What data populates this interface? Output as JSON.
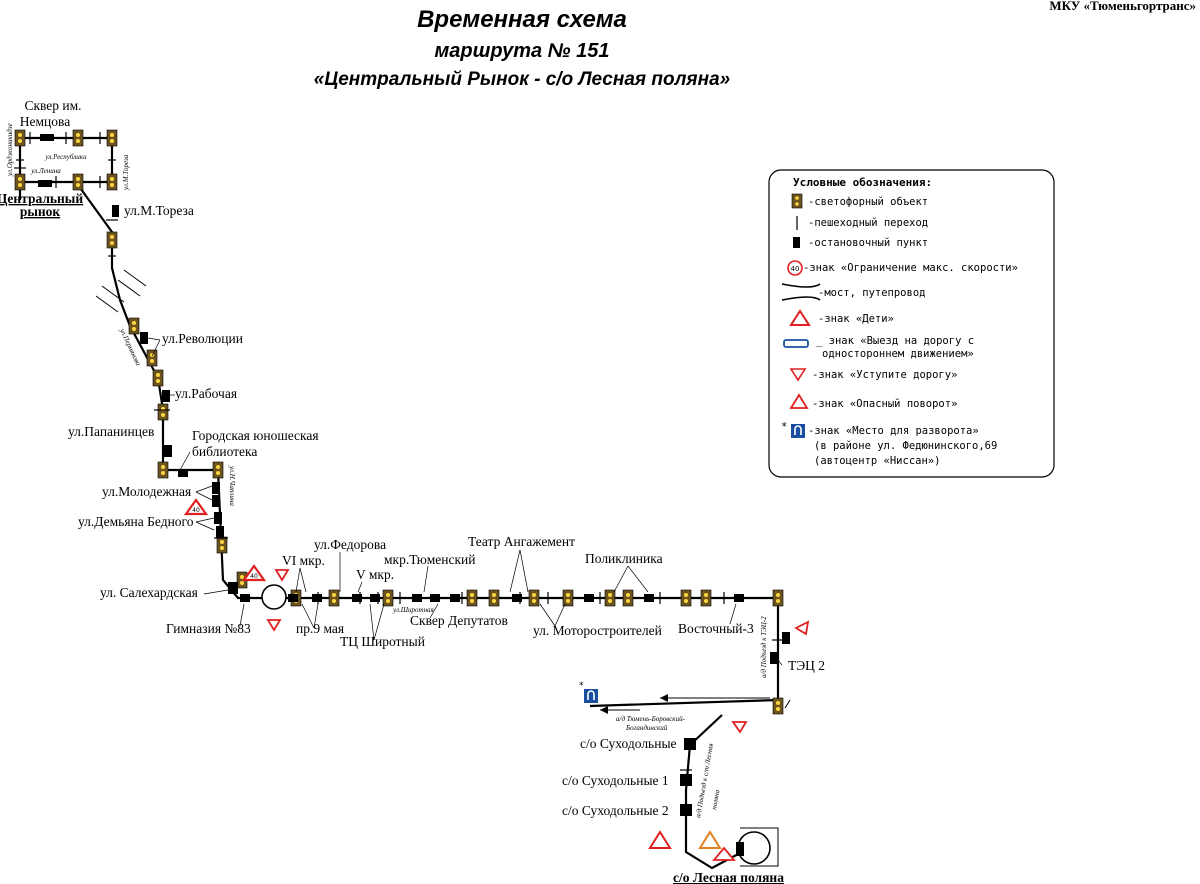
{
  "header": {
    "title": "Временная схема",
    "route": "маршрута № 151",
    "name": "«Центральный Рынок - с/о Лесная поляна»",
    "organization": "МКУ «Тюменьгортранс»"
  },
  "legend": {
    "title": "Условные обозначения:",
    "items": [
      {
        "icon": "traffic-light-icon",
        "text": "-светофорный объект"
      },
      {
        "icon": "pedestrian-crossing-icon",
        "text": "-пешеходный переход"
      },
      {
        "icon": "bus-stop-icon",
        "text": "-остановочный пункт"
      },
      {
        "icon": "speed-limit-sign-icon",
        "text": "-знак «Ограничение макс. скорости»",
        "sign_text": "40"
      },
      {
        "icon": "bridge-icon",
        "text": "-мост, путепровод"
      },
      {
        "icon": "children-sign-icon",
        "text": "-знак «Дети»"
      },
      {
        "icon": "one-way-exit-sign-icon",
        "text": "_ знак «Выезд на дорогу с",
        "text2": "одностороннем движением»"
      },
      {
        "icon": "give-way-sign-icon",
        "text": "-знак «Уступите дорогу»"
      },
      {
        "icon": "dangerous-turn-sign-icon",
        "text": "-знак «Опасный поворот»"
      },
      {
        "icon": "u-turn-sign-icon",
        "mark": "*",
        "text": "-знак «Место для разворота»",
        "text2": "(в районе ул. Федюнинского,69",
        "text3": "(автоцентр «Ниссан»)"
      }
    ]
  },
  "stops": {
    "skver": [
      "Сквер им.",
      "Немцова"
    ],
    "tsentralny": [
      "Центральный",
      "рынок"
    ],
    "toreza": "ул.М.Тореза",
    "revolyutsii": "ул.Революции",
    "rabochaya": "ул.Рабочая",
    "papanintsev": "ул.Папанинцев",
    "biblioteka": [
      "Городская юношеская",
      "библиотека"
    ],
    "molodezhnaya": "ул.Молодежная",
    "demyana": "ул.Демьяна Бедного",
    "salekhardskaya": "ул. Салехардская",
    "gimnaziya": "Гимназия №83",
    "vi_mkr": "VI мкр.",
    "pr9maya": "пр.9 мая",
    "fedorova": "ул.Федорова",
    "v_mkr": "V мкр.",
    "tts": "ТЦ Широтный",
    "tyumensky": "мкр.Тюменский",
    "skver_dep": "Сквер Депутатов",
    "angazhement": "Театр Ангажемент",
    "motorostroiteley": "ул. Моторостроителей",
    "poliklinika": "Поликлиника",
    "vostochny": "Восточный-3",
    "tets": "ТЭЦ 2",
    "sukhodolnye": "с/о Суходольные",
    "sukhodolnye1": "с/о Суходольные 1",
    "sukhodolnye2": "с/о Суходольные 2",
    "lesnaya": "с/о Лесная поляна"
  },
  "streets": {
    "respubliki": "ул.Республики",
    "lenina": "ул.Ленина",
    "ordzhonikidze": "ул.Орджоникидзе",
    "m_toreza": "ул.М.Тореза",
    "permyakova": "ул.Пермякова",
    "n_chaplina": "ул.Н.Чаплина",
    "shirotnaya": "ул.Широтная",
    "tets_road": "а/д Подъезд к ТЭЦ-2",
    "bor_road1": "а/д Тюмень-Боровский-",
    "bor_road2": "Богандинский",
    "lesnaya_road": "а/д Подъезд к с/т Лесная",
    "lesnaya_road2": "поляна"
  },
  "signs": {
    "children_text": "40"
  },
  "colors": {
    "traffic_light_body": "#6b5420",
    "sign_red": "#e02020",
    "sign_blue": "#1a4fa0"
  }
}
